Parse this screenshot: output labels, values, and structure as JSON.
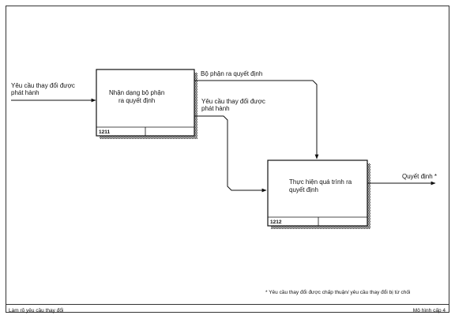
{
  "boxes": [
    {
      "label_lines": [
        "Nhận dạng bộ phận",
        "ra quyết định"
      ],
      "number": "1211"
    },
    {
      "label_lines": [
        "Thực hiện quá trình ra",
        "quyết định"
      ],
      "number": "1212"
    }
  ],
  "arrows": {
    "input_lines": [
      "Yêu cầu thay đổi được",
      "phát hành"
    ],
    "mid_top": "Bộ phận ra quyết định",
    "mid_lower_lines": [
      "Yêu cầu thay đổi được",
      "phát hành"
    ],
    "output": "Quyết định *"
  },
  "footnote": "* Yêu cầu thay đổi được chấp thuận/ yêu cầu thay đổi bị từ chối",
  "footer": {
    "left": "Làm rõ yêu cầu thay đổi",
    "right": "Mô hình cấp 4"
  }
}
